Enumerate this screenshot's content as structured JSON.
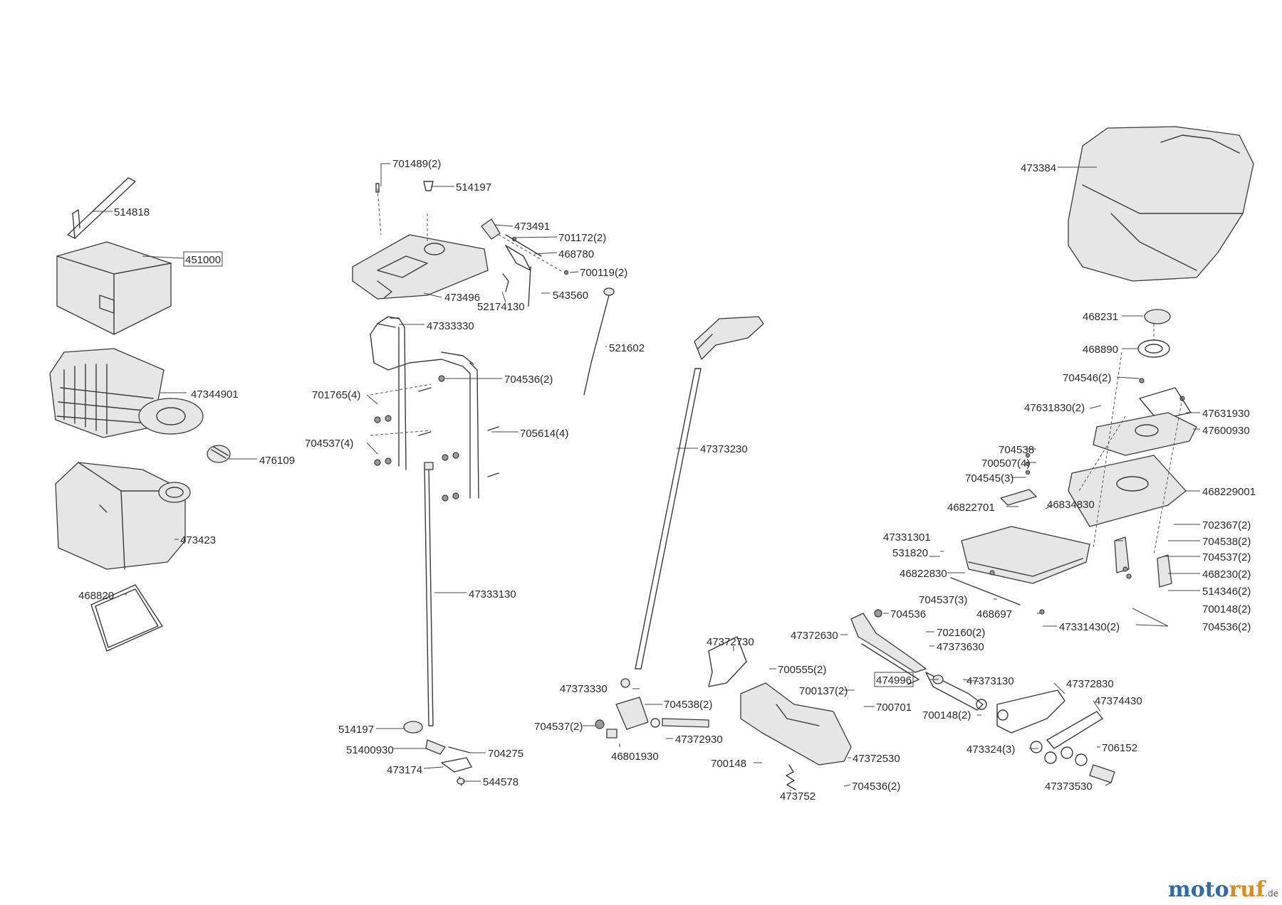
{
  "labels": {
    "l701489": "701489(2)",
    "l514197a": "514197",
    "l514818": "514818",
    "l451000": "451000",
    "l473491": "473491",
    "l701172": "701172(2)",
    "l468780": "468780",
    "l700119": "700119(2)",
    "l473496": "473496",
    "l52174130": "52174130",
    "l543560": "543560",
    "l521602": "521602",
    "l47333330": "47333330",
    "l704536a": "704536(2)",
    "l47344901": "47344901",
    "l701765": "701765(4)",
    "l476109": "476109",
    "l704537a": "704537(4)",
    "l705614": "705614(4)",
    "l473423": "473423",
    "l468820": "468820",
    "l47333130": "47333130",
    "l47373230": "47373230",
    "l514197b": "514197",
    "l51400930": "51400930",
    "l704275": "704275",
    "l473174": "473174",
    "l544578": "544578",
    "l473384": "473384",
    "l468231": "468231",
    "l468890": "468890",
    "l704546": "704546(2)",
    "l47631830": "47631830(2)",
    "l47631930": "47631930",
    "l47600930": "47600930",
    "l704538a": "704538",
    "l700507": "700507(4)",
    "l704545": "704545(3)",
    "l468229001": "468229001",
    "l46822701": "46822701",
    "l46834830": "46834830",
    "l702367": "702367(2)",
    "l47331301": "47331301",
    "l704538b": "704538(2)",
    "l531820": "531820",
    "l704537b": "704537(2)",
    "l46822830": "46822830",
    "l468230": "468230(2)",
    "l514346": "514346(2)",
    "l704537c": "704537(3)",
    "l468697": "468697",
    "l700148a": "700148(2)",
    "l47331430": "47331430(2)",
    "l704536b": "704536(2)",
    "l47372630": "47372630",
    "l704536c": "704536",
    "l702160": "702160(2)",
    "l47373630": "47373630",
    "l47372730": "47372730",
    "l700555": "700555(2)",
    "l474996": "474996",
    "l47373130": "47373130",
    "l700137": "700137(2)",
    "l47372830": "47372830",
    "l47373330": "47373330",
    "l704538c": "704538(2)",
    "l700701": "700701",
    "l47374430": "47374430",
    "l700148b": "700148(2)",
    "l704537d": "704537(2)",
    "l47372930": "47372930",
    "l473324": "473324(3)",
    "l706152": "706152",
    "l46801930": "46801930",
    "l700148c": "700148",
    "l47372530": "47372530",
    "l473752": "473752",
    "l704536d": "704536(2)",
    "l47373530": "47373530"
  },
  "logo": {
    "part1": "moto",
    "part2": "ruf",
    "suffix": ".de"
  },
  "colors": {
    "logo_blue": "#2f6aa8",
    "logo_orange": "#e08a18",
    "line": "#3a3a3a"
  }
}
